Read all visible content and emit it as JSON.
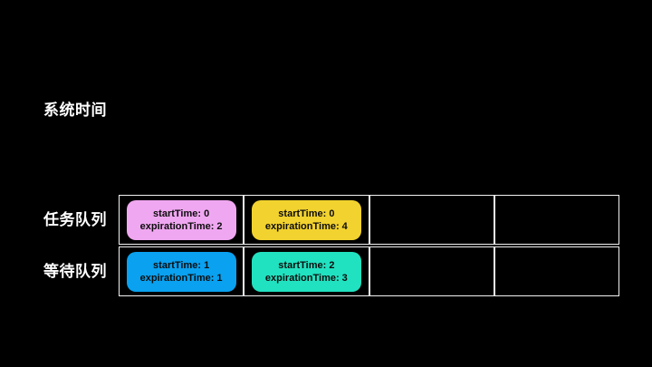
{
  "slide": {
    "background": "#000000",
    "system_time_label": "系统时间",
    "queue_table": {
      "columns": 4,
      "border_color": "#f2f2f2",
      "rows": [
        {
          "label": "任务队列",
          "cards": [
            {
              "start": "startTime: 0",
              "expiration": "expirationTime: 2",
              "color": "#F0A7F1"
            },
            {
              "start": "startTime: 0",
              "expiration": "expirationTime: 4",
              "color": "#F2D22E"
            }
          ],
          "empty_cells": 2
        },
        {
          "label": "等待队列",
          "cards": [
            {
              "start": "startTime: 1",
              "expiration": "expirationTime: 1",
              "color": "#09A1F0"
            },
            {
              "start": "startTime: 2",
              "expiration": "expirationTime: 3",
              "color": "#21E2C0"
            }
          ],
          "empty_cells": 2
        }
      ]
    }
  }
}
